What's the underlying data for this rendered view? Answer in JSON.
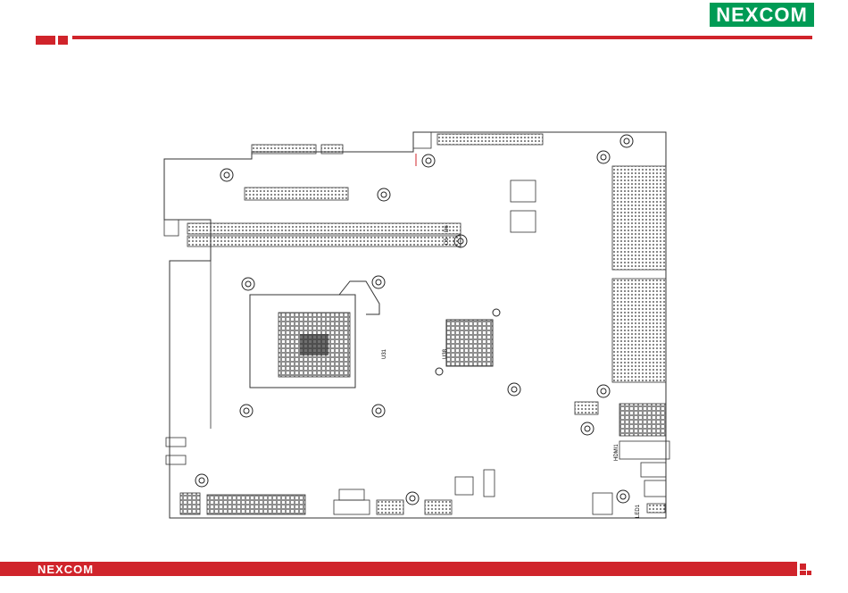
{
  "brand": {
    "name": "NEXCOM",
    "colors": {
      "accent": "#d0242b",
      "logo_green": "#009b55"
    }
  },
  "diagram": {
    "labels": {
      "u38": "U38",
      "u31": "U31",
      "hdmi": "HDMI1",
      "led": "LED1",
      "d6": "D6",
      "d5": "D5"
    }
  }
}
